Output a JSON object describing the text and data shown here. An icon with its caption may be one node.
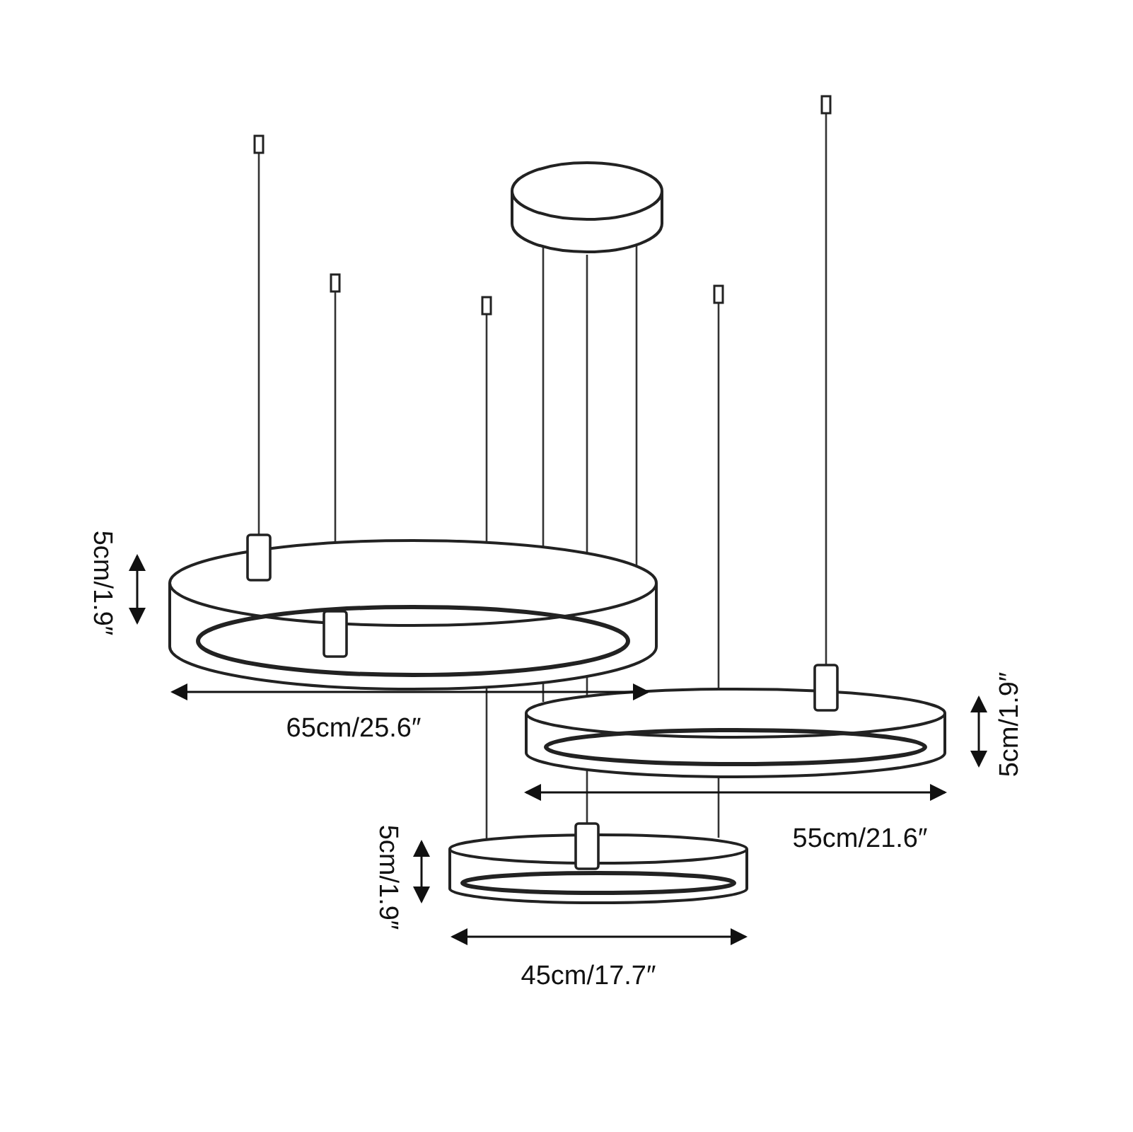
{
  "diagram": {
    "labels": [
      "5cm/1.9″",
      "5cm/1.9″",
      "65cm/25.6″",
      "55cm/21.6″",
      "5cm/1.9″",
      "45cm/17.7″"
    ]
  }
}
